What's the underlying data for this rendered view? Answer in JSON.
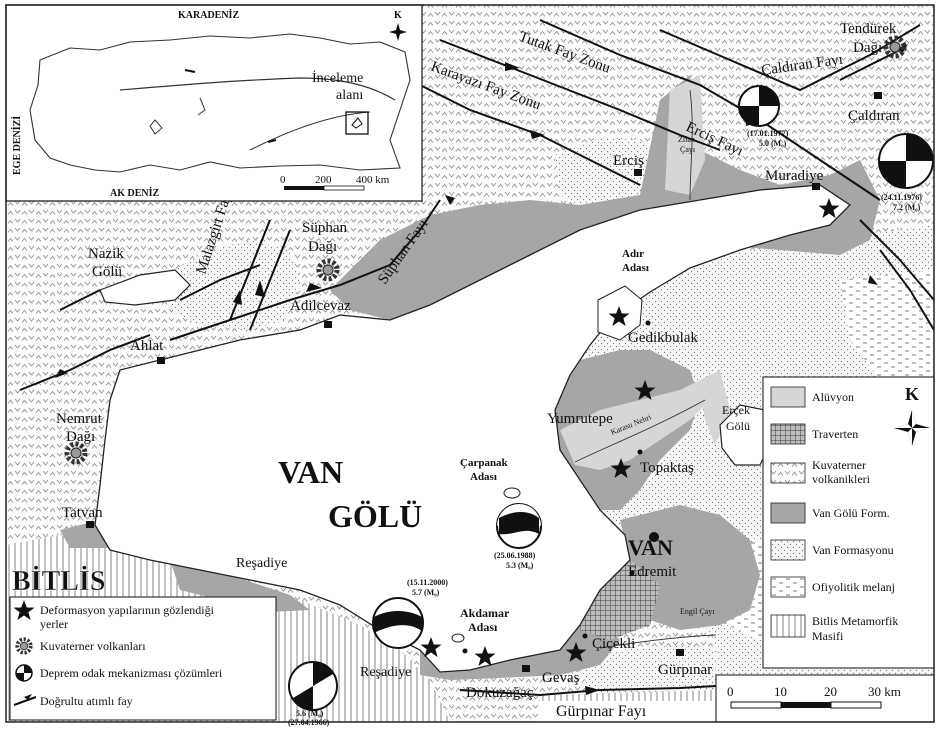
{
  "inset": {
    "karadeniz": "KARADENİZ",
    "ege": "EGE DENİZİ",
    "akdeniz": "AK DENİZ",
    "study_area_1": "İnceleme",
    "study_area_2": "alanı",
    "scale_0": "0",
    "scale_200": "200",
    "scale_400": "400 km",
    "north": "K"
  },
  "places": {
    "tendurek_1": "Tendürek",
    "tendurek_2": "Dağı",
    "caldiran_fault": "Çaldıran Fayı",
    "caldiran": "Çaldıran",
    "tutak": "Tutak Fay Zonu",
    "karayazi": "Karayazı Fay Zonu",
    "ercis_fault": "Erciş Fayı",
    "ercis": "Erciş",
    "zilan_1": "Zilan",
    "zilan_2": "Çayı",
    "muradiye": "Muradiye",
    "nazik_1": "Nazik",
    "nazik_2": "Gölü",
    "malazgirt": "Malazgirt Fayı",
    "suphan_1": "Süphan",
    "suphan_2": "Dağı",
    "suphan_fault": "Süphan Fayı",
    "adilcevaz": "Adilcevaz",
    "ahlat": "Ahlat",
    "nemrut_1": "Nemrut",
    "nemrut_2": "Dağı",
    "adir_1": "Adır",
    "adir_2": "Adası",
    "gedikbulak": "Gedikbulak",
    "yumrutepe": "Yumrutepe",
    "karasu": "Karasu Nehri",
    "ercek_1": "Erçek",
    "ercek_2": "Gölü",
    "topaktas": "Topaktaş",
    "carpanak_1": "Çarpanak",
    "carpanak_2": "Adası",
    "van_golu_1": "VAN",
    "van_golu_2": "GÖLÜ",
    "van": "VAN",
    "tatvan": "Tatvan",
    "bitlis": "BİTLİS",
    "resadiye_1": "Reşadiye",
    "resadiye_2": "Reşadiye",
    "akdamar_1": "Akdamar",
    "akdamar_2": "Adası",
    "edremit": "Edremit",
    "engil": "Engil Çayı",
    "cicekli": "Çiçekli",
    "gurpinar": "Gürpınar",
    "gurpinar_fault": "Gürpınar Fayı",
    "gevas": "Gevaş",
    "dokuzagac": "Dokuzağaç"
  },
  "earthquakes": [
    {
      "date": "(17.01.1977)",
      "mag": "5.0 (M₀)"
    },
    {
      "date": "(24.11.1976)",
      "mag": "7.2 (M₀)"
    },
    {
      "date": "(25.06.1988)",
      "mag": "5.3 (M₀)"
    },
    {
      "date": "(15.11.2000)",
      "mag": "5.7 (M₀)"
    },
    {
      "date": "(27.04.1966)",
      "mag": "5.6 (M₀)"
    }
  ],
  "legend_left": {
    "deformation_1": "Deformasyon yapılarının gözlendiği",
    "deformation_2": "yerler",
    "volcano": "Kuvaterner volkanları",
    "focal": "Deprem odak mekanizması çözümleri",
    "fault": "Doğrultu atımlı fay"
  },
  "legend_right": {
    "north": "K",
    "alluvium": "Alüvyon",
    "travertine": "Traverten",
    "quat_volc_1": "Kuvaterner",
    "quat_volc_2": "volkanikleri",
    "van_golu_form": "Van Gölü Form.",
    "van_form": "Van Formasyonu",
    "ophiolite": "Ofiyolitik melanj",
    "bitlis_1": "Bitlis Metamorfik",
    "bitlis_2": "Masifi"
  },
  "scale": {
    "s0": "0",
    "s10": "10",
    "s20": "20",
    "s30": "30 km"
  },
  "colors": {
    "lake": "#ffffff",
    "van_golu_form": "#a6a6a6",
    "alluvium": "#d6d6d6",
    "frame": "#222222"
  }
}
